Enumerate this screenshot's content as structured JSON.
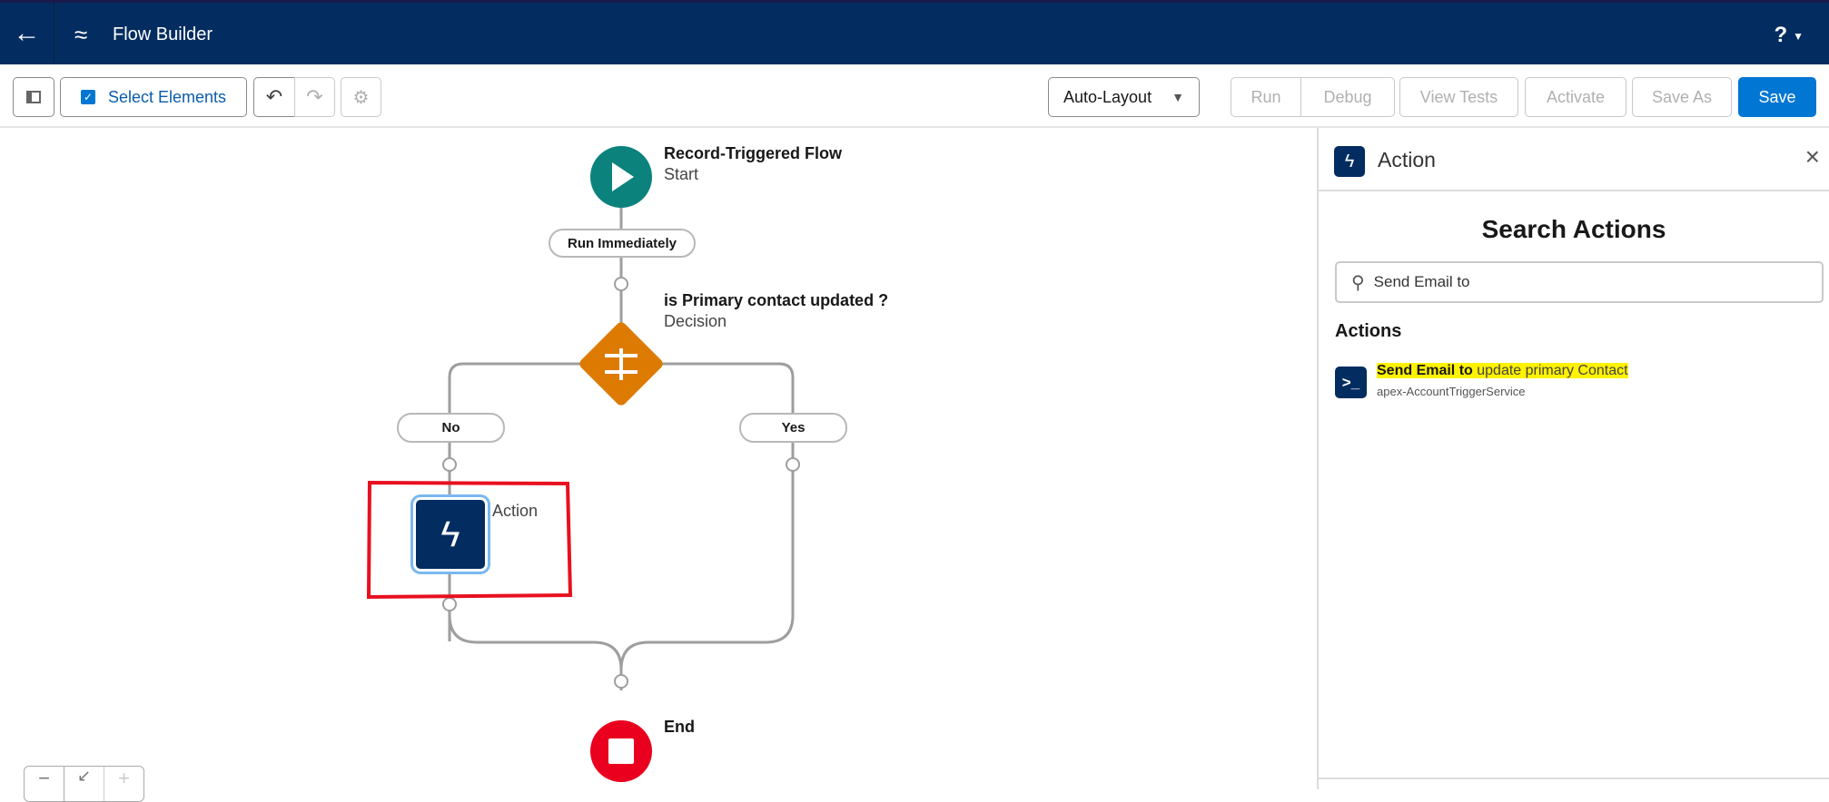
{
  "header": {
    "title": "Flow Builder",
    "back_icon": "arrow-left-icon",
    "logo_icon": "flow-icon",
    "help": "?"
  },
  "toolbar": {
    "select_elements": "Select Elements",
    "layout": "Auto-Layout",
    "run": "Run",
    "debug": "Debug",
    "view_tests": "View Tests",
    "activate": "Activate",
    "save_as": "Save As",
    "save": "Save"
  },
  "canvas": {
    "start": {
      "title": "Record-Triggered Flow",
      "subtitle": "Start"
    },
    "run_immediately": "Run Immediately",
    "decision": {
      "title": "is Primary contact updated ?",
      "subtitle": "Decision"
    },
    "branches": [
      "No",
      "Yes"
    ],
    "action": {
      "label": "Action"
    },
    "end": {
      "title": "End"
    }
  },
  "panel": {
    "title": "Action",
    "heading": "Search Actions",
    "search_value": "Send Email to",
    "section": "Actions",
    "results": [
      {
        "match": "Send Email to",
        "rest": " update primary Contact",
        "sub": "apex-AccountTriggerService"
      }
    ]
  },
  "colors": {
    "header": "#032d60",
    "start": "#0b827c",
    "decision": "#dd7a01",
    "end": "#ea001e",
    "brand": "#0176d3",
    "highlight": "#fff200",
    "annotation": "#e8101f"
  }
}
